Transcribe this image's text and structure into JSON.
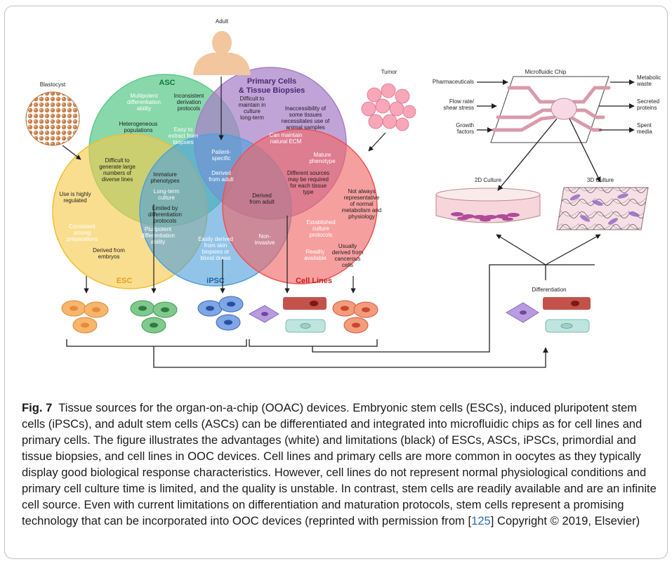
{
  "diagram": {
    "sources": {
      "adult": "Adult",
      "blastocyst": "Blastocyst",
      "tumor": "Tumor"
    },
    "circles": {
      "asc": "ASC",
      "primary_line1": "Primary Cells",
      "primary_line2": "& Tissue Biopsies",
      "esc": "ESC",
      "ipsc": "iPSC",
      "cell_lines": "Cell Lines"
    },
    "statements": {
      "asc_multipotent": [
        "Multipotent",
        "differentiation",
        "ability"
      ],
      "asc_inconsistent": [
        "Inconsistent",
        "derivation",
        "protocols"
      ],
      "asc_heterogeneous": [
        "Heterogeneous",
        "populations"
      ],
      "asc_easy_extract": [
        "Easy to",
        "extract from",
        "biopsies"
      ],
      "pc_difficult": [
        "Difficult to",
        "maintain in",
        "culture",
        "long-term"
      ],
      "pc_inaccessibility": [
        "Inaccessibility of",
        "some tissues",
        "necessitates use of",
        "animal samples"
      ],
      "pc_ecm": [
        "Can maintain",
        "natural ECM"
      ],
      "patient_specific": [
        "Patient-",
        "specific"
      ],
      "derived_adult_1": [
        "Derived",
        "from adult"
      ],
      "mature": [
        "Mature",
        "phenotype"
      ],
      "diff_sources": [
        "Different sources",
        "may be required",
        "for each tissue",
        "type"
      ],
      "esc_asc_ipsc_difficult": [
        "Difficult to",
        "generate large",
        "numbers of",
        "diverse lines"
      ],
      "immature": [
        "Immature",
        "phenotypes"
      ],
      "long_term": [
        "Long-term",
        "culture"
      ],
      "limited_diff": [
        "Limited by",
        "differentiation",
        "protocols"
      ],
      "use_regulated": [
        "Use is highly",
        "regulated"
      ],
      "consistent_prep": [
        "Consistent",
        "among",
        "preparations"
      ],
      "derived_embryos": [
        "Derived from",
        "embryos"
      ],
      "pluripotent": [
        "Pluripotent",
        "differentiation",
        "ability"
      ],
      "easily_derived": [
        "Easily derived",
        "from skin",
        "biopsies or",
        "blood draws"
      ],
      "derived_adult_2": [
        "Derived",
        "from adult"
      ],
      "non_invasive": [
        "Non-",
        "invasive"
      ],
      "not_representative": [
        "Not always",
        "representative",
        "of normal",
        "metabolism and",
        "physiology"
      ],
      "established": [
        "Established",
        "culture",
        "protocols"
      ],
      "readily": [
        "Readily",
        "available"
      ],
      "cancerous": [
        "Usually",
        "derived from",
        "cancerous",
        "cells"
      ]
    },
    "chip": {
      "title": "Microfluidic Chip",
      "inputs": [
        "Pharmaceuticals",
        "Flow rate/\nshear stress",
        "Growth\nfactors"
      ],
      "input_lines": [
        [
          "Pharmaceuticals"
        ],
        [
          "Flow rate/",
          "shear stress"
        ],
        [
          "Growth",
          "factors"
        ]
      ],
      "output_lines": [
        [
          "Metabolic",
          "waste"
        ],
        [
          "Secreted",
          "proteins"
        ],
        [
          "Spent",
          "media"
        ]
      ]
    },
    "culture": {
      "two_d": "2D Culture",
      "three_d": "3D Culture",
      "differentiation": "Differentiation"
    }
  },
  "caption": {
    "label": "Fig. 7",
    "text_before_ref": "Tissue sources for the organ-on-a-chip (OOAC) devices. Embryonic stem cells (ESCs), induced pluripotent stem cells (iPSCs), and adult stem cells (ASCs) can be differentiated and integrated into microfluidic chips as for cell lines and primary cells. The figure illustrates the advantages (white) and limitations (black) of ESCs, ASCs, iPSCs, primordial and tissue biopsies, and cell lines in OOC devices. Cell lines and primary cells are more common in oocytes as they typically display good biological response characteristics. However, cell lines do not represent normal physiological conditions and primary cell culture time is limited, and the quality is unstable. In contrast, stem cells are readily available and are an infinite cell source. Even with current limitations on differentiation and maturation protocols, stem cells represent a promising technology that can be incorporated into OOC devices (reprinted with permission from [",
    "ref": "125",
    "text_after_ref": "] Copyright © 2019, Elsevier)"
  },
  "colors": {
    "asc": "#5cc98a",
    "primary": "#a77fc8",
    "esc": "#f6c94b",
    "ipsc": "#4f9fdc",
    "cell_lines": "#f06464"
  }
}
